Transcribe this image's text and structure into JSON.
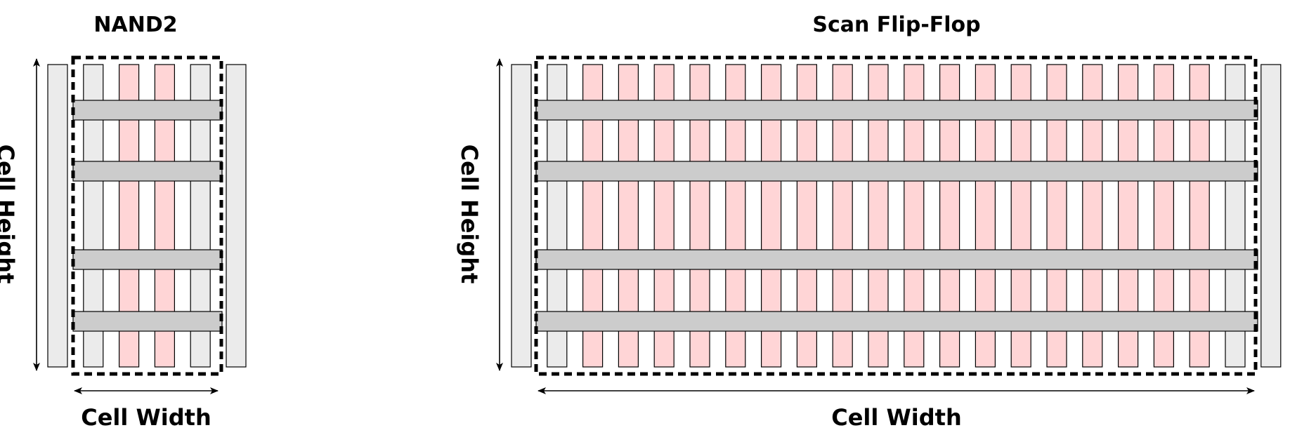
{
  "colors": {
    "dummy_gate": "#ebebeb",
    "active_gate": "#ffd5d6",
    "rail": "#cccccc",
    "stroke": "#000000"
  },
  "cells": [
    {
      "title": "NAND2",
      "height_label": "Cell Height",
      "width_label": "Cell Width",
      "gates": [
        "dummy",
        "dummy",
        "active",
        "active",
        "dummy",
        "dummy"
      ],
      "rails": 4
    },
    {
      "title": "Scan Flip-Flop",
      "height_label": "Cell Height",
      "width_label": "Cell Width",
      "gates": [
        "dummy",
        "dummy",
        "active",
        "active",
        "active",
        "active",
        "active",
        "active",
        "active",
        "active",
        "active",
        "active",
        "active",
        "active",
        "active",
        "active",
        "active",
        "active",
        "active",
        "active",
        "dummy",
        "dummy"
      ],
      "rails": 4
    }
  ]
}
